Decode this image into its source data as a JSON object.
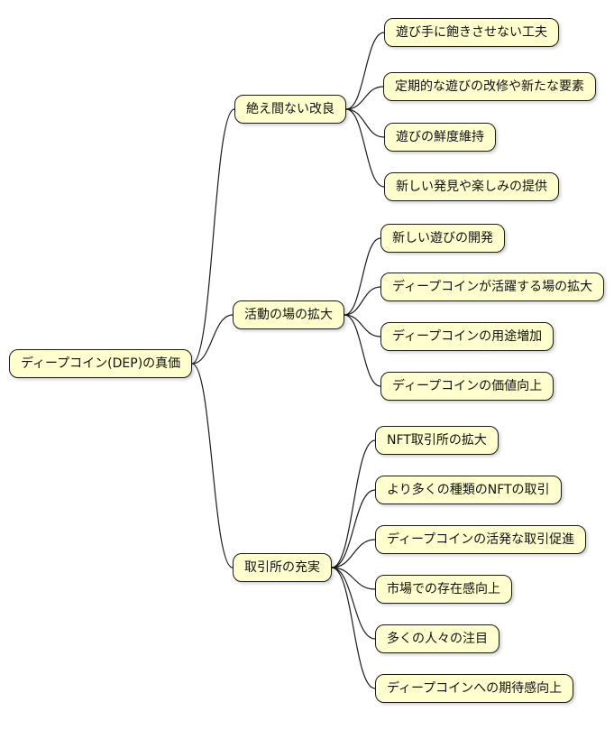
{
  "mindmap": {
    "root": "ディープコイン(DEP)の真価",
    "branches": [
      {
        "label": "絶え間ない改良",
        "children": [
          "遊び手に飽きさせない工夫",
          "定期的な遊びの改修や新たな要素",
          "遊びの鮮度維持",
          "新しい発見や楽しみの提供"
        ]
      },
      {
        "label": "活動の場の拡大",
        "children": [
          "新しい遊びの開発",
          "ディープコインが活躍する場の拡大",
          "ディープコインの用途増加",
          "ディープコインの価値向上"
        ]
      },
      {
        "label": "取引所の充実",
        "children": [
          "NFT取引所の拡大",
          "より多くの種類のNFTの取引",
          "ディープコインの活発な取引促進",
          "市場での存在感向上",
          "多くの人々の注目",
          "ディープコインへの期待感向上"
        ]
      }
    ]
  },
  "colors": {
    "node_fill": "#FEFECE",
    "node_border": "#1b1b1b",
    "line": "#1b1b1b",
    "background": "#FFFFFF"
  }
}
